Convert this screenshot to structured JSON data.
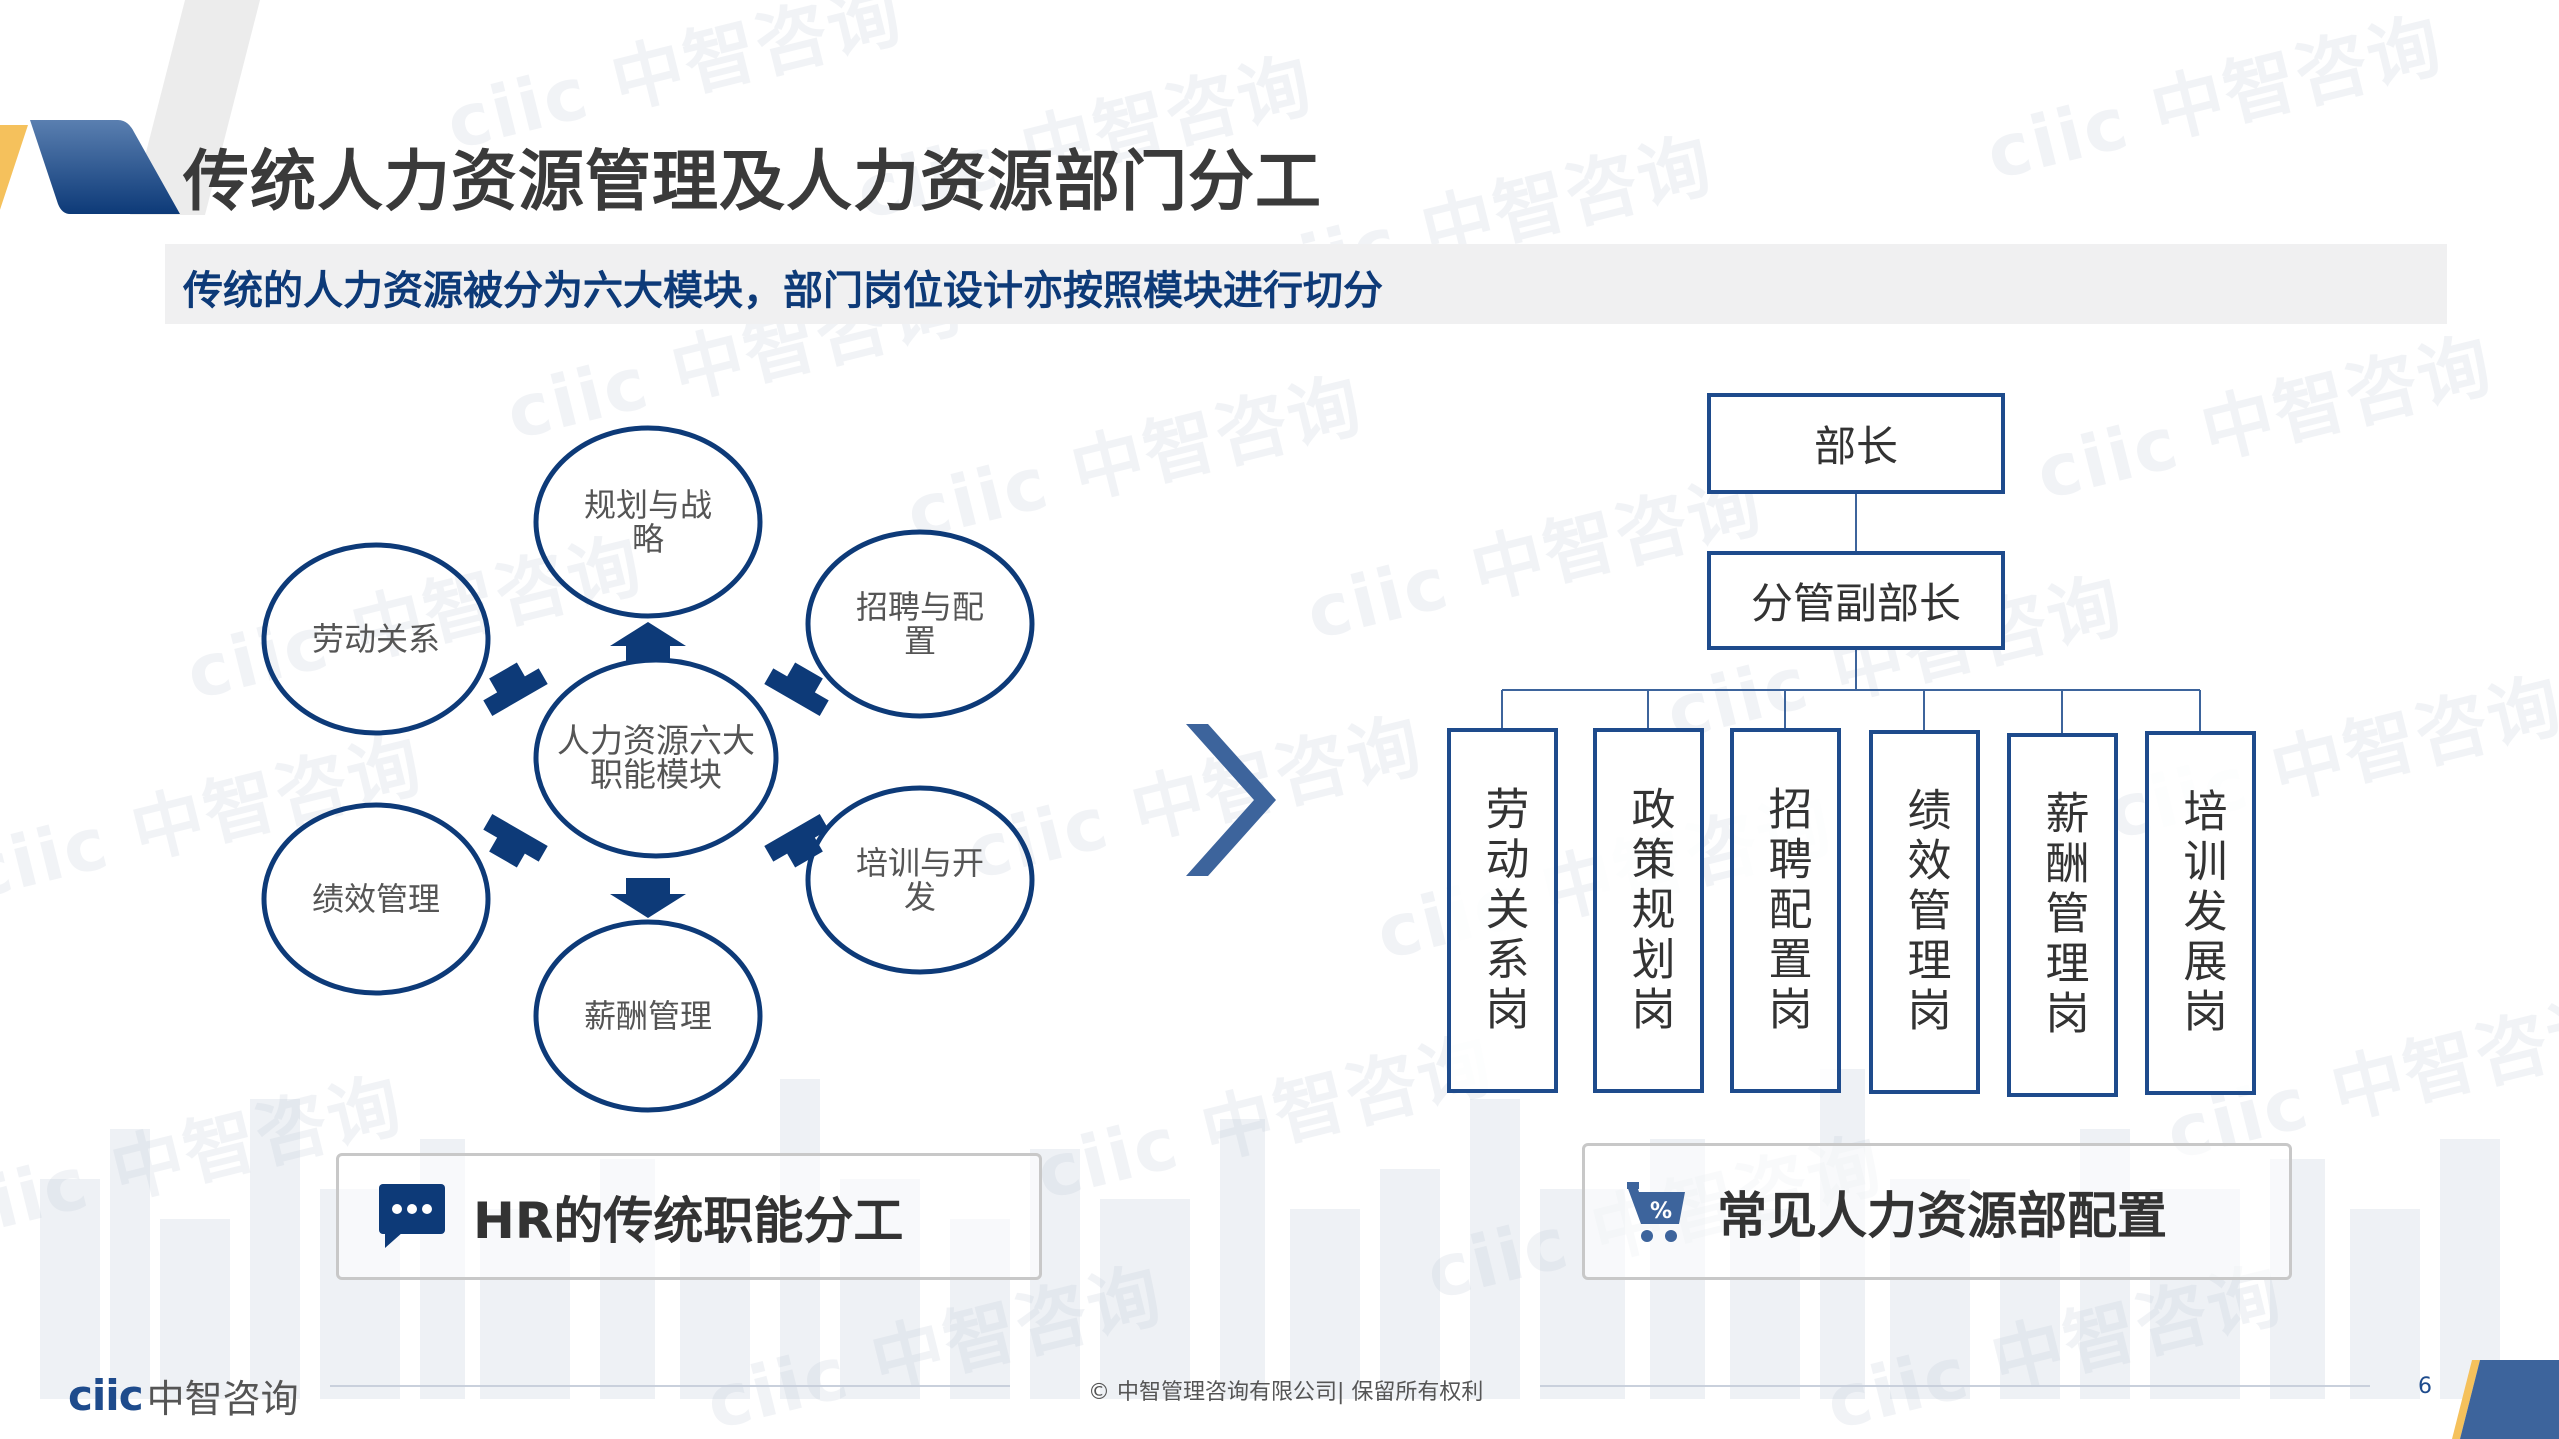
{
  "slide": {
    "title": "传统人力资源管理及人力资源部门分工",
    "subtitle": "传统的人力资源被分为六大模块，部门岗位设计亦按照模块进行切分",
    "watermark_text": "ciic 中智咨询"
  },
  "hr_modules": {
    "center": {
      "line1": "人力资源六大",
      "line2": "职能模块"
    },
    "nodes": [
      {
        "id": "planning",
        "line1": "规划与战",
        "line2": "略"
      },
      {
        "id": "recruiting",
        "line1": "招聘与配",
        "line2": "置"
      },
      {
        "id": "training",
        "line1": "培训与开",
        "line2": "发"
      },
      {
        "id": "compensation",
        "line1": "薪酬管理",
        "line2": ""
      },
      {
        "id": "performance",
        "line1": "绩效管理",
        "line2": ""
      },
      {
        "id": "labor",
        "line1": "劳动关系",
        "line2": ""
      }
    ],
    "caption": "HR的传统职能分工",
    "caption_icon": "chat-bubble-icon"
  },
  "org_chart": {
    "head": "部长",
    "deputy": "分管副部长",
    "positions": [
      "劳动关系岗",
      "政策规划岗",
      "招聘配置岗",
      "绩效管理岗",
      "薪酬管理岗",
      "培训发展岗"
    ],
    "caption": "常见人力资源部配置",
    "caption_icon": "shopping-cart-percent-icon"
  },
  "transition_icon": "chevron-right-icon",
  "colors": {
    "navy": "#0d3a78",
    "border_blue": "#1e4b8c",
    "accent_yellow": "#f5c15c",
    "subtitle_bg": "#f0f0f1",
    "text_dark": "#333333"
  },
  "footer": {
    "logo_latin": "ciic",
    "logo_cn": "中智咨询",
    "copyright": "© 中智管理咨询有限公司| 保留所有权利",
    "page_number": "6"
  }
}
